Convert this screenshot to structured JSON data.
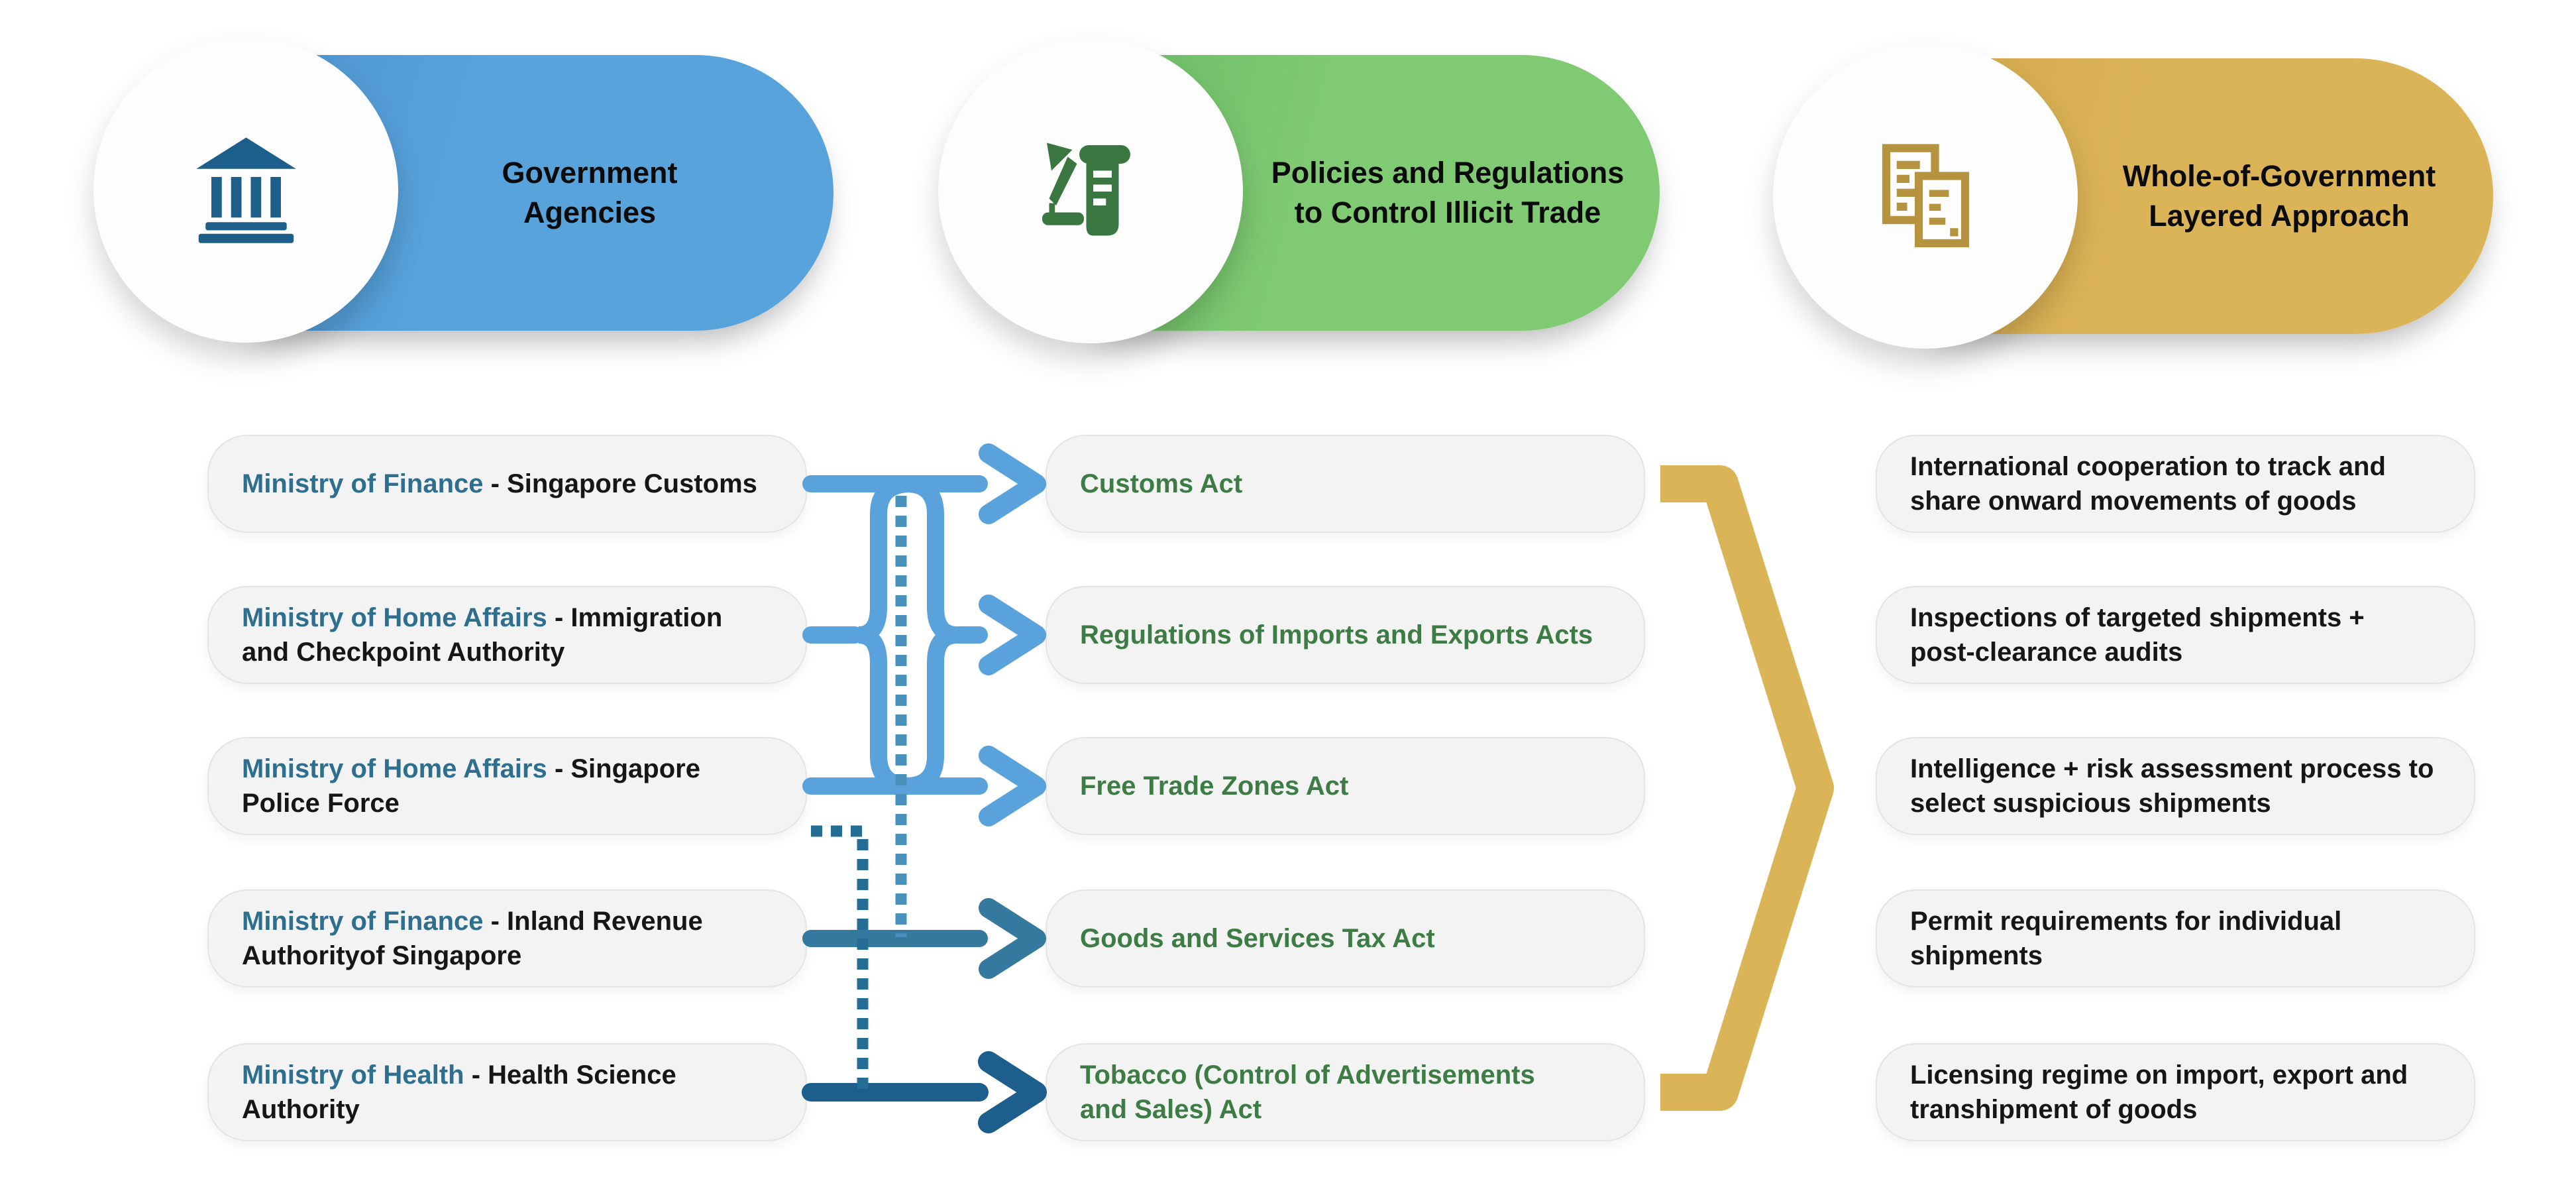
{
  "pills": [
    {
      "icon": "bank-icon",
      "line1": "Government",
      "line2": "Agencies",
      "color": "#58a3dc"
    },
    {
      "icon": "scroll-pen-icon",
      "line1": "Policies and Regulations",
      "line2": "to Control Illicit Trade",
      "color": "#7fca72"
    },
    {
      "icon": "documents-icon",
      "line1": "Whole-of-Government",
      "line2": "Layered Approach",
      "color": "#dcb458"
    }
  ],
  "agencies": [
    {
      "ministry": "Ministry of Finance",
      "rest": "- Singapore Customs"
    },
    {
      "ministry": "Ministry of Home Affairs",
      "rest": "- Immigration\nand Checkpoint Authority"
    },
    {
      "ministry": "Ministry of Home Affairs",
      "rest": "- Singapore\nPolice Force"
    },
    {
      "ministry": "Ministry of Finance",
      "rest": "- Inland Revenue\nAuthorityof Singapore"
    },
    {
      "ministry": "Ministry of Health",
      "rest": "- Health Science\nAuthority"
    }
  ],
  "acts": [
    "Customs Act",
    "Regulations of Imports and Exports Acts",
    "Free Trade Zones Act",
    "Goods and Services Tax Act",
    "Tobacco (Control of Advertisements\nand Sales) Act"
  ],
  "approaches": [
    "International cooperation to track and\nshare onward movements of goods",
    "Inspections of targeted shipments +\npost-clearance audits",
    "Intelligence + risk assessment process to\nselect suspicious shipments",
    "Permit requirements for individual\nshipments",
    "Licensing regime on import, export and\ntranshipment of goods"
  ],
  "colors": {
    "pill_blue": "#58a3dc",
    "pill_green": "#7fca72",
    "pill_gold": "#dcb458",
    "ministry_text": "#2e6e8e",
    "act_text": "#3e7c45",
    "arrow_light_blue": "#5aa2db",
    "arrow_teal": "#35799e",
    "arrow_dark_blue": "#1d5e8c",
    "dotted_light": "#4a90bc",
    "dotted_dark": "#266d95",
    "icon_bank": "#1d5f8a",
    "icon_scroll": "#3a7740",
    "icon_documents": "#b6933e",
    "box_background": "#f3f3f3"
  }
}
